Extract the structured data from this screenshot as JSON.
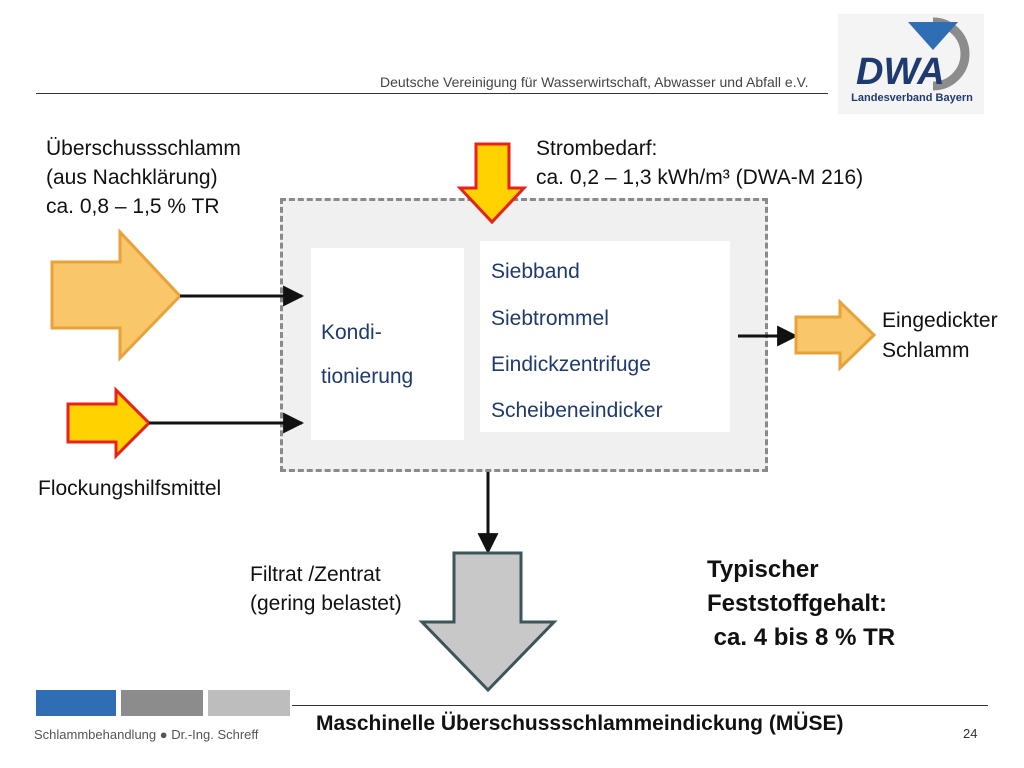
{
  "header": {
    "org": "Deutsche Vereinigung für Wasserwirtschaft, Abwasser und Abfall e.V.",
    "logo_text": "Landesverband Bayern",
    "logo_wordmark": "DWA"
  },
  "inputs": {
    "sludge_lines": [
      "Überschussschlamm",
      "(aus Nachklärung)",
      "ca. 0,8 – 1,5 % TR"
    ],
    "flocculant": "Flockungshilfsmittel",
    "power_lines": [
      "Strombedarf:",
      "ca. 0,2 – 1,3 kWh/m³ (DWA-M 216)"
    ]
  },
  "process": {
    "conditioning_lines": [
      "Kondi-",
      "tionierung"
    ],
    "methods": [
      "Siebband",
      "Siebtrommel",
      "Eindickzentrifuge",
      "Scheibeneindicker"
    ]
  },
  "outputs": {
    "thickened_lines": [
      "Eingedickter",
      "Schlamm"
    ],
    "filtrate_lines": [
      "Filtrat /Zentrat",
      "(gering belastet)"
    ]
  },
  "result_lines": [
    "Typischer",
    "Feststoffgehalt:",
    " ca. 4 bis 8 % TR"
  ],
  "footer": {
    "left_text": "Schlammbehandlung ● Dr.-Ing. Schreff",
    "title": "Maschinelle Überschussschlammeindickung (MÜSE)",
    "page": "24"
  },
  "colors": {
    "big_arrow_fill": "#f9c66a",
    "big_arrow_stroke": "#e8a23a",
    "red_arrow_fill": "#ffd200",
    "red_arrow_stroke": "#e8211b",
    "filtrate_arrow_fill": "#c8c8c8",
    "filtrate_arrow_stroke": "#3b5559",
    "method_text": "#1f3a6e"
  }
}
